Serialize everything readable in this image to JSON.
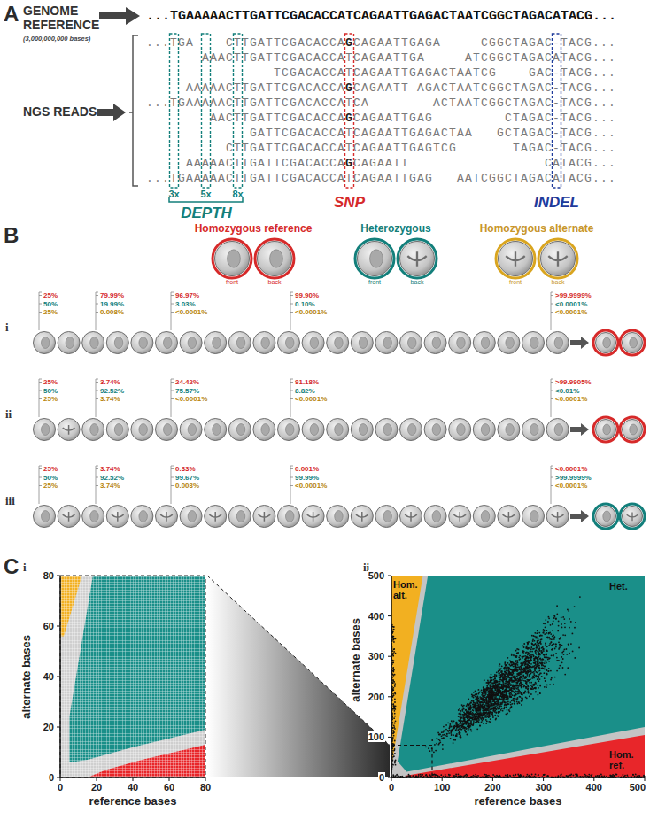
{
  "diagram": {
    "labels": [
      "A",
      "GENOME REFERENCE",
      "(3,000,000,000 bases)",
      "...TGAAAAACTTGATTCGACACCATCAGAATTGAGACTAATCGGCTAGACATACG...",
      "NGS READS",
      "...TGA",
      "CTTGATTCGACACCAGCAGAATTGAGA",
      "CGGCTAGAC-TACG...",
      "AAACTTGATTCGACACCATCAGAATTGA",
      "ATCGGCTAGACATACG...",
      "TCGACACCATCAGAATTGAGACTAATCG",
      "GAC-TACG...",
      "AAAAACTTGATTCGACACCAGCAGAATT",
      "AGACTAATCGGCTAGAC-TACG...",
      "...TGAAAAACTTGATTCGACACCATCA",
      "ACTAATCGGCTAGAC-TACG...",
      "AACTTGATTCGACACCAGCAGAATTGAG",
      "CTAGAC-TACG...",
      "GATTCGACACCATCAGAATTGAGACTAA",
      "GCTAGAC-TACG...",
      "CTTGATTCGACACCATCAGAATTGAGTCG",
      "TAGAC-TACG...",
      "AAAAACTTGATTCGACACCAGCAGAATT",
      "CATACG...",
      "...TGAAAAACTTGATTCGACACCATCAGAATTGAG",
      "AATCGGCTAGACATACG...",
      "3x",
      "5x",
      "8x",
      "DEPTH",
      "SNP",
      "INDEL",
      "B",
      "front",
      "back",
      "front",
      "back",
      "front",
      "back",
      "i",
      "25%",
      "50%",
      "25%",
      "79.99%",
      "19.99%",
      "0.008%",
      "96.97%",
      "3.03%",
      "<0.0001%",
      "99.90%",
      "0.10%",
      "<0.0001%",
      ">99.9999%",
      "<0.0001%",
      "<0.0001%",
      "ii",
      "25%",
      "50%",
      "25%",
      "3.74%",
      "92.52%",
      "3.74%",
      "24.42%",
      "75.57%",
      "<0.0001%",
      "91.18%",
      "8.82%",
      "<0.0001%",
      ">99.9905%",
      "<0.01%",
      "<0.0001%",
      "iii",
      "25%",
      "50%",
      "25%",
      "3.74%",
      "92.52%",
      "3.74%",
      "0.33%",
      "99.67%",
      "0.003%",
      "0.001%",
      "99.99%",
      "<0.0001%",
      "<0.0001%",
      ">99.9999%",
      "<0.0001%",
      "C",
      "i",
      "alternate bases",
      "reference bases",
      "0",
      "20",
      "40",
      "60",
      "80",
      "0",
      "20",
      "40",
      "60",
      "80",
      "ii",
      "alternate bases",
      "reference bases",
      "0",
      "100",
      "200",
      "300",
      "400",
      "500",
      "0",
      "100",
      "200",
      "300",
      "400",
      "500",
      "Hom. alt.",
      "Het.",
      "Hom. ref."
    ],
    "legend": [
      {
        "text": "Homozygous reference"
      },
      {
        "text": "Heterozygous"
      },
      {
        "text": "Homozygous alternate"
      }
    ]
  }
}
